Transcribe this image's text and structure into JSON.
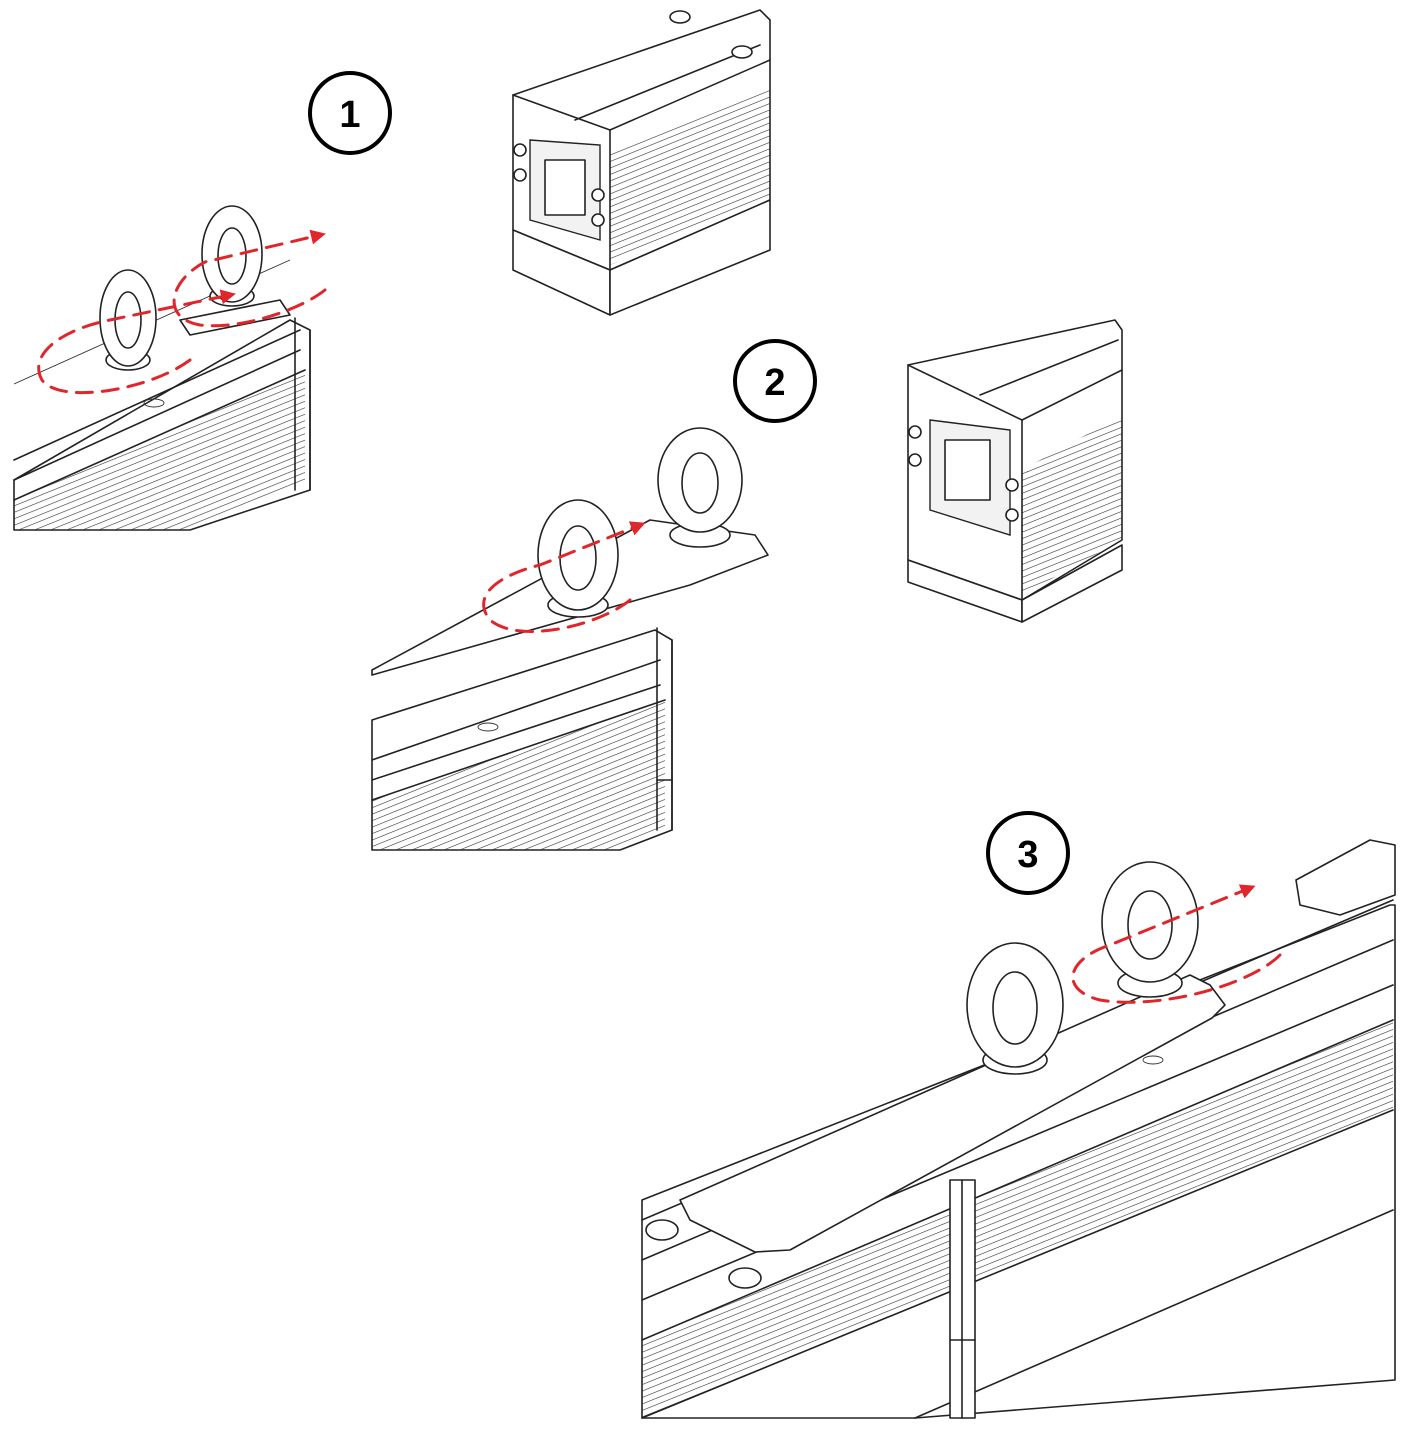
{
  "steps": [
    {
      "number": "1"
    },
    {
      "number": "2"
    },
    {
      "number": "3"
    }
  ],
  "colors": {
    "arrow": "#e0262a",
    "line": "#222222",
    "background": "#ffffff"
  },
  "icons": [
    "eye-bolt-icon",
    "rotation-arrow-icon",
    "slide-arrow-icon",
    "hex-screw-icon"
  ]
}
